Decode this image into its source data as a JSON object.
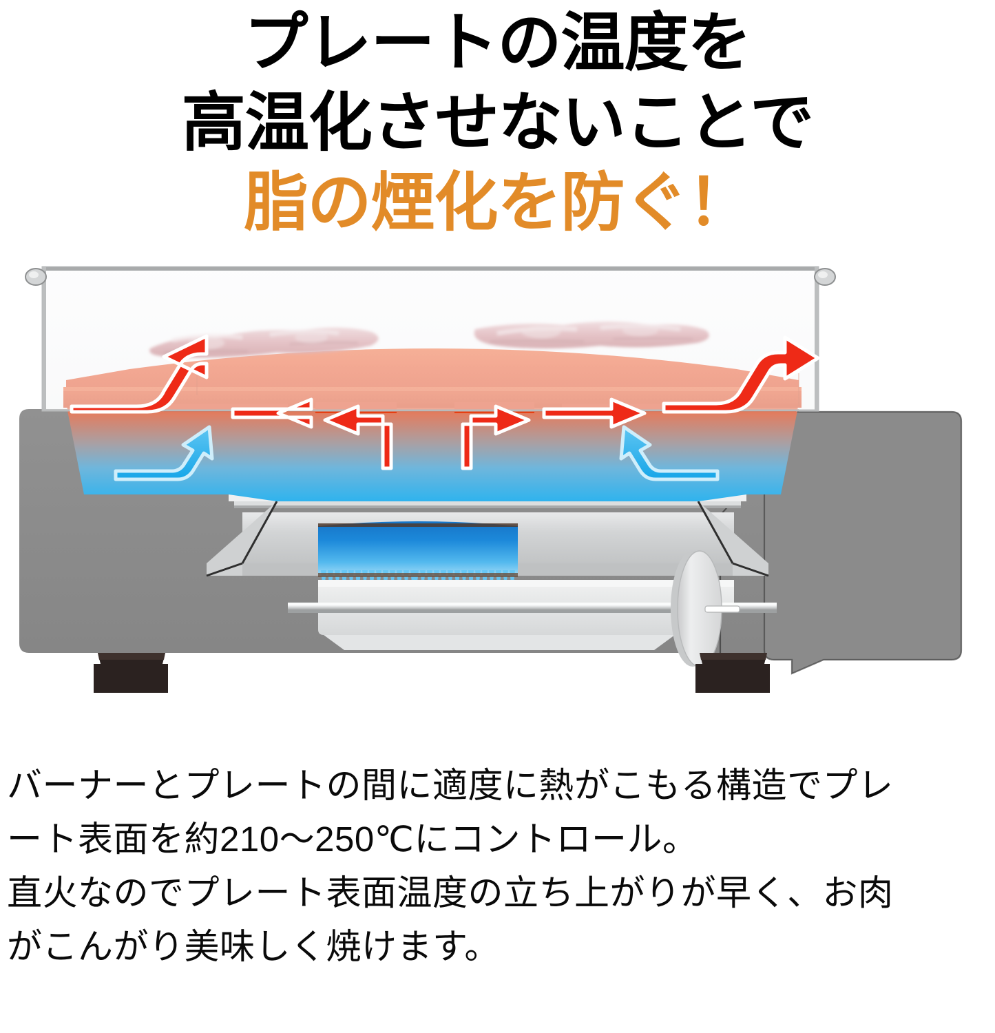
{
  "headline": {
    "lines": [
      {
        "text": "プレートの温度を",
        "color_role": "dark"
      },
      {
        "text": "高温化させないことで",
        "color_role": "dark"
      },
      {
        "text": "脂の煙化を防ぐ！",
        "color_role": "accent"
      }
    ],
    "accent_color": "#E28B28",
    "dark_color": "#000000"
  },
  "illustration": {
    "title": "cassette-gas-grill-cross-section",
    "description": "カセットガスグリルの断面図",
    "parts": {
      "splash_guard": "transparent-splash-guard",
      "guard_knob_left": "guard-knob",
      "guard_knob_right": "guard-knob",
      "meat_left": "grilled-meat-slices",
      "meat_right": "grilled-meat-slices",
      "hot_plate": "hot-plate",
      "plate_skirt": "plate-skirt-gradient",
      "drip_tray": "drip-tray",
      "burner_flame": "blue-burner-flame",
      "burner_body": "burner-body",
      "stove_body": "stove-body",
      "cassette_compartment": "gas-cassette-compartment",
      "control_knob": "control-knob",
      "knob_shaft": "knob-shaft",
      "foot_left": "rubber-foot",
      "foot_right": "rubber-foot"
    },
    "arrows": {
      "heat_flow_label": "heat-flow-arrow",
      "heat_color": "#E8261A",
      "intake_flow_label": "cool-air-intake-arrow",
      "intake_color": "#29A8E0",
      "heat_arrows": [
        {
          "id": "heat-curve-left",
          "direction": "left-up-over-edge"
        },
        {
          "id": "heat-left-1",
          "direction": "left"
        },
        {
          "id": "heat-riser-left",
          "direction": "up-then-left"
        },
        {
          "id": "heat-riser-right",
          "direction": "up-then-right"
        },
        {
          "id": "heat-right-1",
          "direction": "right"
        },
        {
          "id": "heat-curve-right",
          "direction": "right-up-over-edge"
        }
      ],
      "intake_arrows": [
        {
          "id": "intake-left",
          "direction": "right-up"
        },
        {
          "id": "intake-right",
          "direction": "left-up"
        }
      ]
    },
    "colors": {
      "plate_hot": "#EF4B18",
      "plate_hot_deep": "#E23C10",
      "body_gray": "#8B8B8B",
      "body_gray_dark": "#7C7C7C",
      "tray_light": "#D9DADB",
      "flame_blue": "#0E7FD4",
      "flame_blue_light": "#6EC6F5",
      "foot_dark": "#2A211E",
      "meat_pink": "#D98E95"
    }
  },
  "bodycopy": {
    "lines": [
      "バーナーとプレートの間に適度に熱がこもる構造でプレ",
      "ート表面を約210〜250℃にコントロール。",
      "直火なのでプレート表面温度の立ち上がりが早く、お肉",
      "がこんがり美味しく焼けます。"
    ],
    "temperature_range": "約210〜250℃"
  }
}
